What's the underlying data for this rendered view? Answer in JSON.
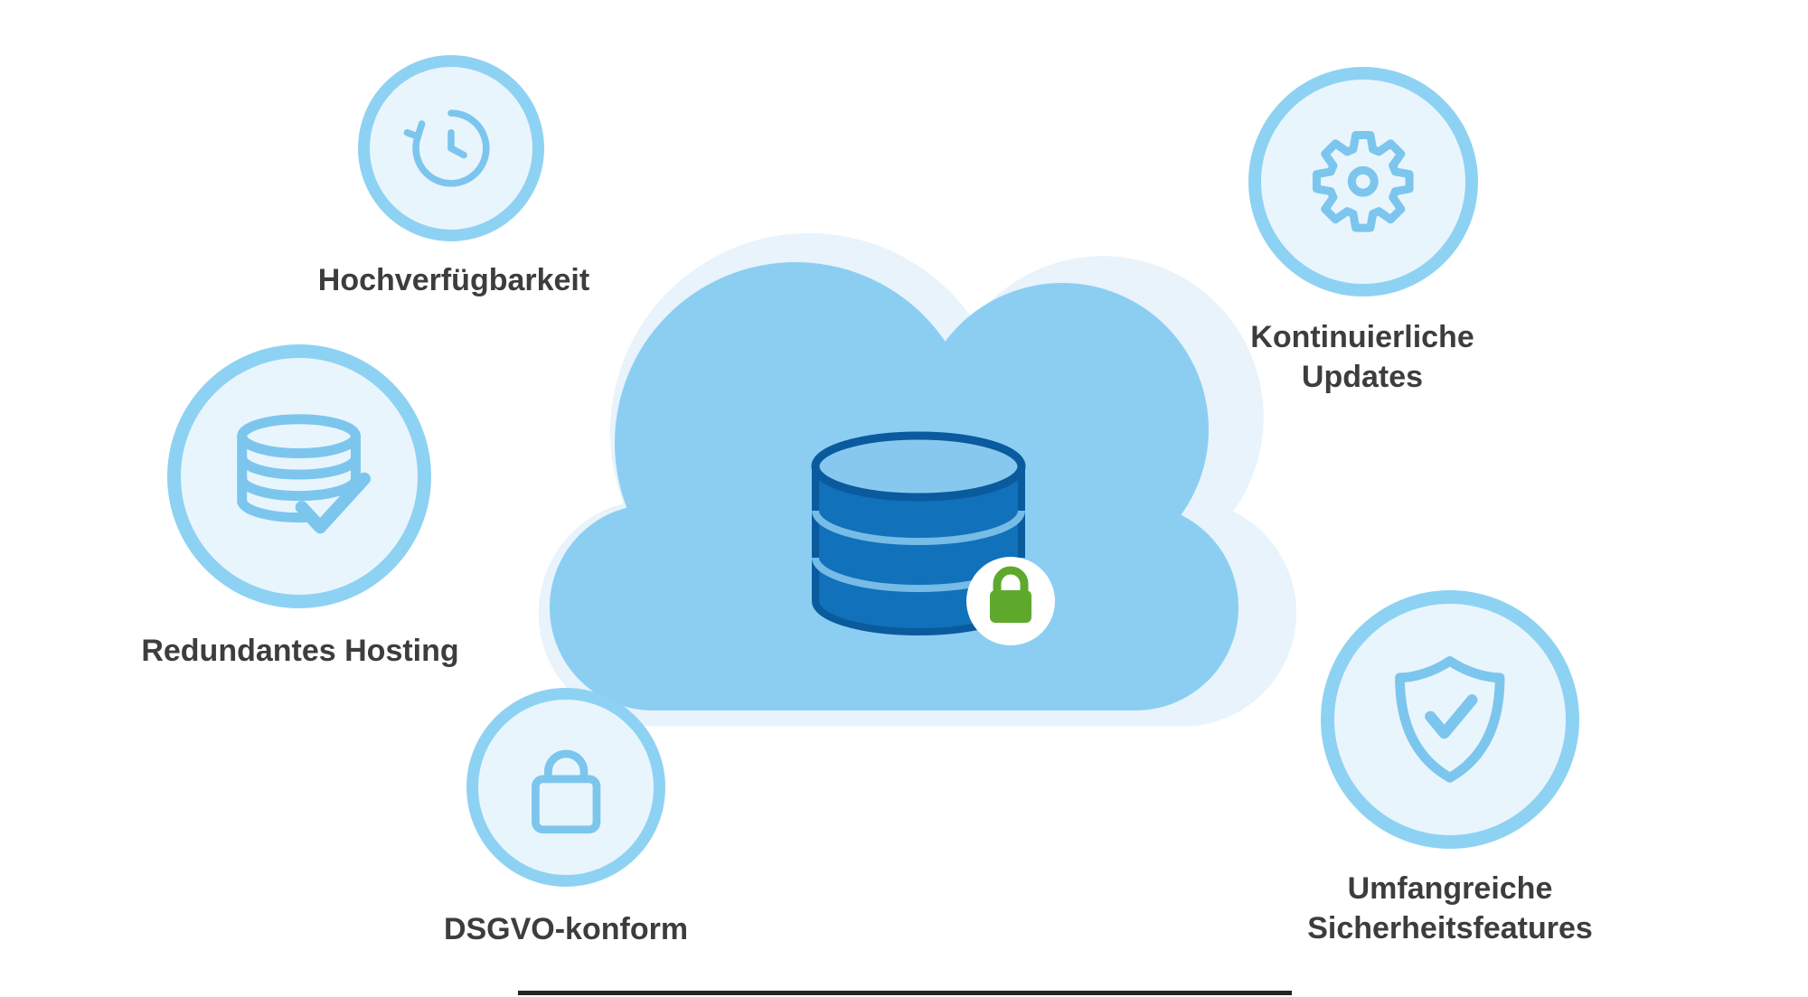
{
  "colors": {
    "background": "#ffffff",
    "node_border": "#8ed2f3",
    "node_fill": "#e9f5fd",
    "icon_stroke": "#7cc6ee",
    "cloud_front": "#8ccef2",
    "cloud_back": "#e8f3fb",
    "database_body": "#1171ba",
    "database_outline": "#0a5a9e",
    "database_top": "#87c8ee",
    "database_stripe": "#76bce6",
    "badge_background": "#ffffff",
    "lock_green": "#5ea92c",
    "label_text": "#3d3d3d"
  },
  "center": {
    "cloud_icon": "cloud",
    "database_icon": "database-cylinder",
    "badge_icon": "green-lock-badge"
  },
  "nodes": [
    {
      "id": "hochverfuegbarkeit",
      "icon": "history-clock-icon",
      "lines": [
        "Hochverfügbarkeit"
      ]
    },
    {
      "id": "redundantes-hosting",
      "icon": "database-check-icon",
      "lines": [
        "Redundantes Hosting"
      ]
    },
    {
      "id": "dsgvo-konform",
      "icon": "padlock-icon",
      "lines": [
        "DSGVO-konform"
      ]
    },
    {
      "id": "kontinuierliche-updates",
      "icon": "gear-icon",
      "lines": [
        "Kontinuierliche",
        "Updates"
      ]
    },
    {
      "id": "umfangreiche-sicherheitsfeatures",
      "icon": "shield-check-icon",
      "lines": [
        "Umfangreiche",
        "Sicherheitsfeatures"
      ]
    }
  ]
}
